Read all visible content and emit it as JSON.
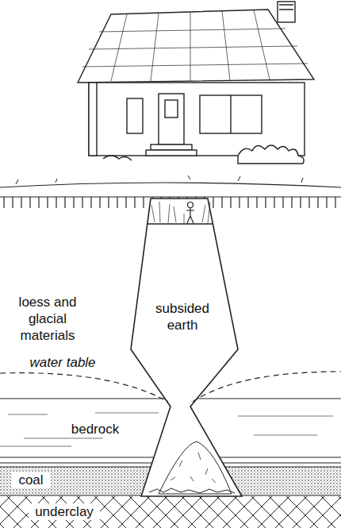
{
  "diagram": {
    "labels": [
      "loess and glacial materials",
      "subsided earth",
      "water table",
      "bedrock",
      "coal",
      "underclay"
    ]
  }
}
